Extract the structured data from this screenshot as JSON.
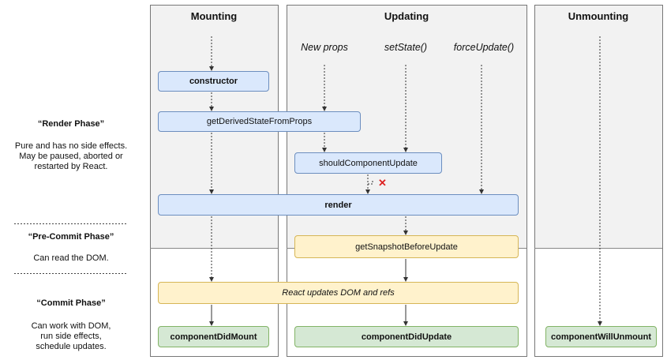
{
  "columns": {
    "mounting": "Mounting",
    "updating": "Updating",
    "unmounting": "Unmounting"
  },
  "triggers": {
    "new_props": "New props",
    "set_state": "setState()",
    "force_update": "forceUpdate()"
  },
  "nodes": {
    "constructor": "constructor",
    "get_derived_state": "getDerivedStateFromProps",
    "should_update": "shouldComponentUpdate",
    "render": "render",
    "get_snapshot": "getSnapshotBeforeUpdate",
    "react_updates": "React updates DOM and refs",
    "did_mount": "componentDidMount",
    "did_update": "componentDidUpdate",
    "will_unmount": "componentWillUnmount"
  },
  "phases": {
    "render_title": "“Render Phase”",
    "render_desc_1": "Pure and has no side effects.",
    "render_desc_2": "May be paused, aborted or",
    "render_desc_3": "restarted by React.",
    "precommit_title": "“Pre-Commit Phase”",
    "precommit_desc": "Can read the DOM.",
    "commit_title": "“Commit Phase”",
    "commit_desc_1": "Can work with DOM,",
    "commit_desc_2": "run side effects,",
    "commit_desc_3": "schedule updates."
  },
  "colors": {
    "render_phase_bg": "#f2f2f2",
    "blue_fill": "#dae8fc",
    "yellow_fill": "#fff2cc",
    "green_fill": "#d5e8d4",
    "cancel_mark": "#dd2222"
  }
}
